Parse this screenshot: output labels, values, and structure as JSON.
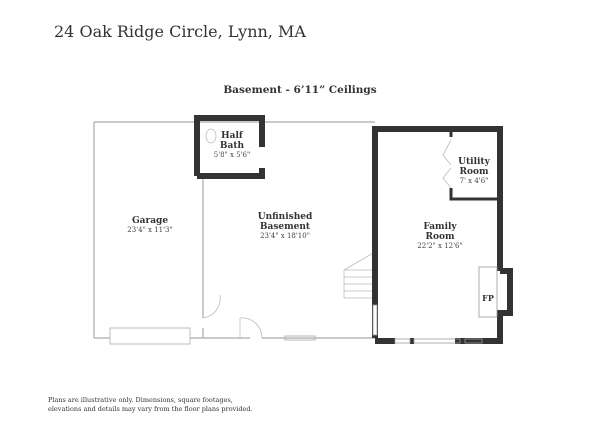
{
  "header": {
    "address": "24 Oak Ridge Circle, Lynn, MA"
  },
  "plan": {
    "title": "Basement - 6’11” Ceilings",
    "rooms": [
      {
        "name": "Half",
        "name2": "Bath",
        "dims": "5'8\" x 5'6\""
      },
      {
        "name": "Garage",
        "dims": "23'4\" x 11'3\""
      },
      {
        "name": "Unfinished",
        "name2": "Basement",
        "dims": "23'4\" x 18'10\""
      },
      {
        "name": "Utility",
        "name2": "Room",
        "dims": "7' x 4'6\""
      },
      {
        "name": "Family",
        "name2": "Room",
        "dims": "22'2\" x 12'6\""
      },
      {
        "name": "FP"
      }
    ]
  },
  "footer": {
    "line1": "Plans are illustrative only. Dimensions, square footages,",
    "line2": "elevations and details may vary from the floor plans provided."
  }
}
